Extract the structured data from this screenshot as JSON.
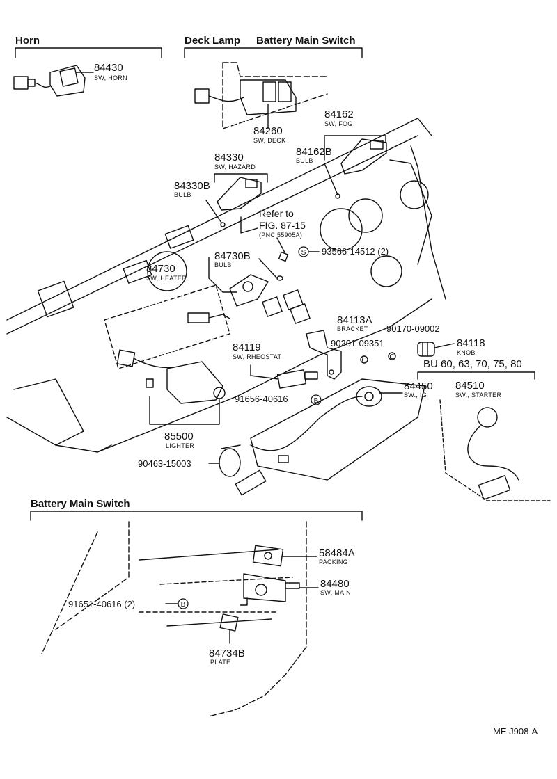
{
  "sections": {
    "horn": "Horn",
    "deck_lamp": "Deck Lamp",
    "battery_main_switch_top": "Battery Main Switch",
    "battery_main_switch_bottom": "Battery Main Switch",
    "models": "BU 60, 63, 70, 75, 80"
  },
  "parts": {
    "p84430": {
      "number": "84430",
      "desc": "SW, HORN"
    },
    "p84260": {
      "number": "84260",
      "desc": "SW, DECK"
    },
    "p84162": {
      "number": "84162",
      "desc": "SW, FOG"
    },
    "p84162B": {
      "number": "84162B",
      "desc": "BULB"
    },
    "p84330": {
      "number": "84330",
      "desc": "SW, HAZARD"
    },
    "p84330B": {
      "number": "84330B",
      "desc": "BULB"
    },
    "p84730B": {
      "number": "84730B",
      "desc": "BULB"
    },
    "p84730": {
      "number": "84730",
      "desc": "SW, HEATER"
    },
    "p84113A": {
      "number": "84113A",
      "desc": "BRACKET"
    },
    "p84119": {
      "number": "84119",
      "desc": "SW, RHEOSTAT"
    },
    "p84118": {
      "number": "84118",
      "desc": "KNOB"
    },
    "p84450": {
      "number": "84450",
      "desc": "SW., IG"
    },
    "p84510": {
      "number": "84510",
      "desc": "SW., STARTER"
    },
    "p85500": {
      "number": "85500",
      "desc": "LIGHTER"
    },
    "p58484A": {
      "number": "58484A",
      "desc": "PACKING"
    },
    "p84480": {
      "number": "84480",
      "desc": "SW, MAIN"
    },
    "p84734B": {
      "number": "84734B",
      "desc": "PLATE"
    }
  },
  "refs": {
    "refer_line1": "Refer to",
    "refer_line2": "FIG. 87-15",
    "refer_line3": "(PNC 55905A)",
    "r93566": "93566-14512 (2)",
    "r90170": "90170-09002",
    "r90201": "90201-09351",
    "r91656": "91656-40616",
    "r90463": "90463-15003",
    "r91651": "91651-40616 (2)"
  },
  "markers": {
    "s": "S",
    "c": "C",
    "b": "B"
  },
  "figure_code": "ME J908-A"
}
